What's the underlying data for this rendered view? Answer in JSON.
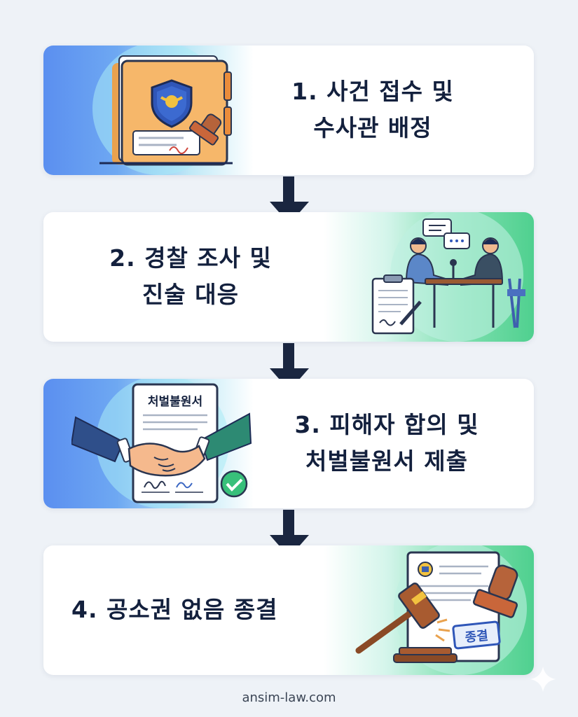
{
  "steps": [
    {
      "lines": [
        "1. 사건 접수 및",
        "수사관 배정"
      ]
    },
    {
      "lines": [
        "2. 경찰 조사 및",
        "진술 대응"
      ]
    },
    {
      "lines": [
        "3. 피해자 합의 및",
        "처벌불원서 제출"
      ],
      "document_title": "처벌불원서"
    },
    {
      "lines": [
        "4. 공소권 없음 종결"
      ],
      "stamp_text": "종결"
    }
  ],
  "footer": "ansim-law.com",
  "colors": {
    "blue": "#5b8ff0",
    "green": "#4fd08f",
    "navy": "#13203d",
    "arrow": "#1a2640"
  },
  "icons": [
    "police-folder-icon",
    "interrogation-scene-icon",
    "handshake-agreement-icon",
    "gavel-closing-icon"
  ]
}
